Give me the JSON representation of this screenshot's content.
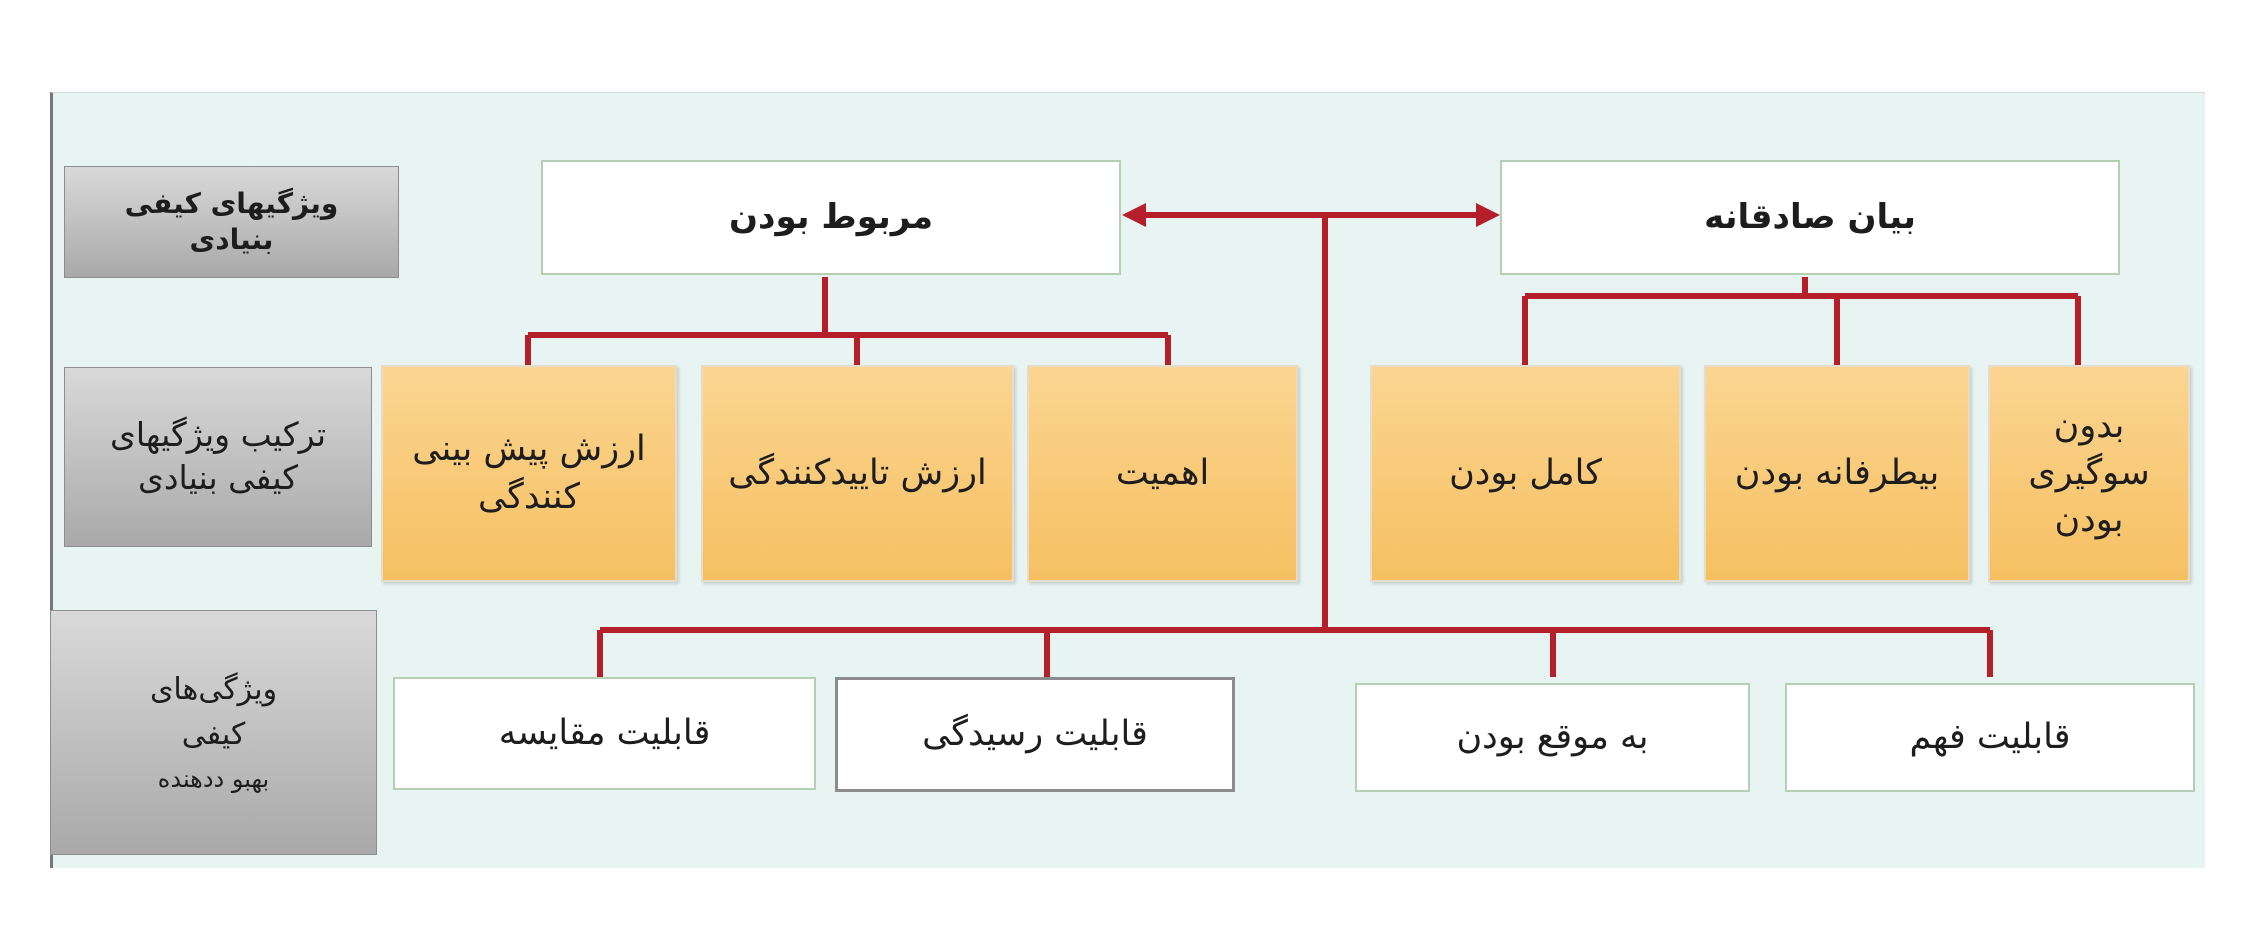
{
  "row_labels": {
    "basic_a": "ویژگیهای کیفی",
    "basic_b": "بنیادی",
    "enhanced_a": "ترکیب ویژگیهای",
    "enhanced_b": "کیفی بنیادی",
    "improve_a": "ویژگی‌های",
    "improve_b": "کیفی",
    "improve_c": "بهبو ددهنده"
  },
  "top": {
    "relevance": "مربوط بودن",
    "faithful": "بیان صادقانه"
  },
  "relevance_children": {
    "predictive": "ارزش پیش بینی کنندگی",
    "confirmatory": "ارزش تاییدکنندگی",
    "materiality": "اهمیت"
  },
  "faithful_children": {
    "complete": "کامل بودن",
    "neutral": "بیطرفانه بودن",
    "free_error": "بدون سوگیری بودن"
  },
  "enhancing": {
    "comparability": "قابلیت مقایسه",
    "verifiability": "قابلیت رسیدگی",
    "timeliness": "به موقع بودن",
    "understandability": "قابلیت فهم"
  },
  "colors": {
    "connector": "#b51f2a",
    "box_fill": "#f8c870",
    "background": "#e8f4f1"
  }
}
